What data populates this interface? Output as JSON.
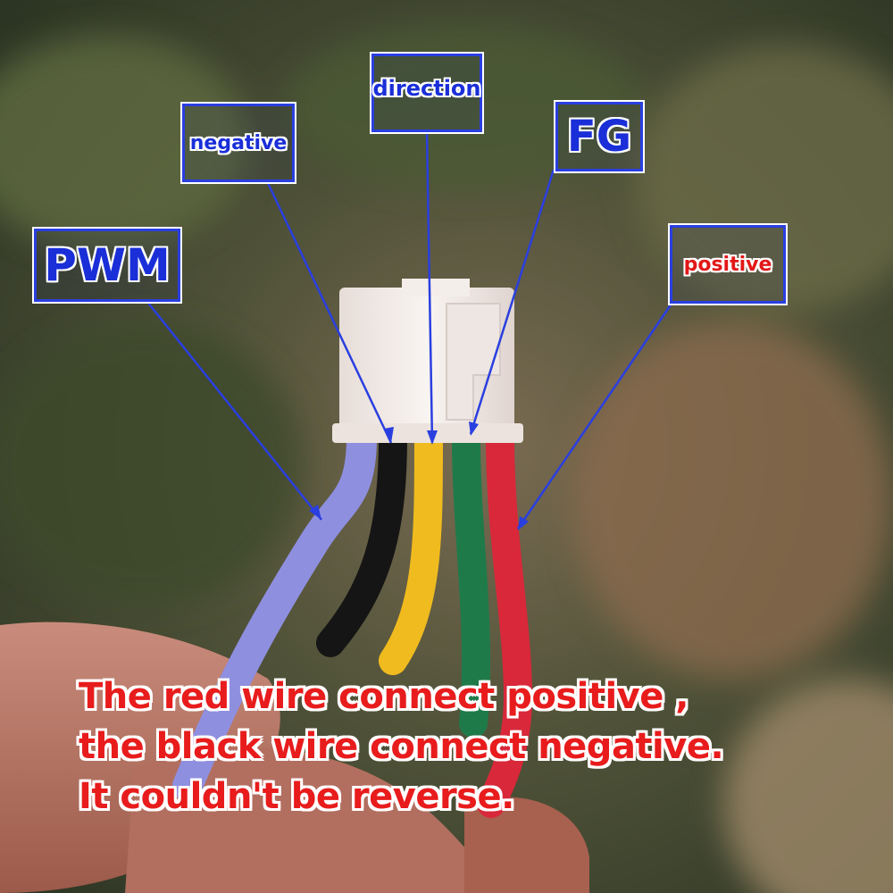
{
  "labels": {
    "pwm": "PWM",
    "negative": "negative",
    "direction": "direction",
    "fg": "FG",
    "positive": "positive"
  },
  "caption": {
    "line1": "The red wire connect positive ,",
    "line2": "the black wire connect negative.",
    "line3": "It couldn't be reverse."
  },
  "colors": {
    "label_blue": "#1a2fd8",
    "label_red": "#e21818",
    "caption_red": "#e81c1c",
    "wire_purple": "#8f8fe0",
    "wire_black": "#151515",
    "wire_yellow": "#f0bb1e",
    "wire_green": "#1f7a4a",
    "wire_red": "#d8283a",
    "connector": "#f2ece8"
  }
}
